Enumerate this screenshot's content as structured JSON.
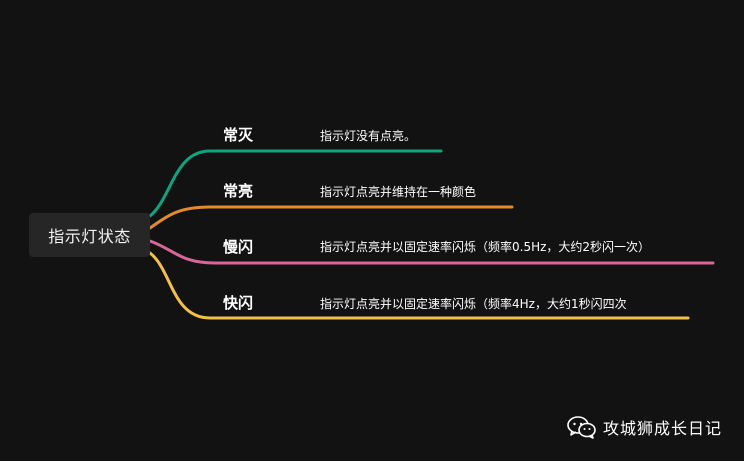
{
  "root": {
    "label": "指示灯状态"
  },
  "branches": [
    {
      "title": "常灭",
      "desc": "指示灯没有点亮。",
      "color": "#0fa37f"
    },
    {
      "title": "常亮",
      "desc": "指示灯点亮并维持在一种颜色",
      "color": "#e28a2e"
    },
    {
      "title": "慢闪",
      "desc": "指示灯点亮并以固定速率闪烁（频率0.5Hz，大约2秒闪一次）",
      "color": "#d9669a"
    },
    {
      "title": "快闪",
      "desc": "指示灯点亮并以固定速率闪烁（频率4Hz，大约1秒闪四次",
      "color": "#f2c04a"
    }
  ],
  "watermark": {
    "text": "攻城狮成长日记",
    "icon": "wechat-icon"
  }
}
